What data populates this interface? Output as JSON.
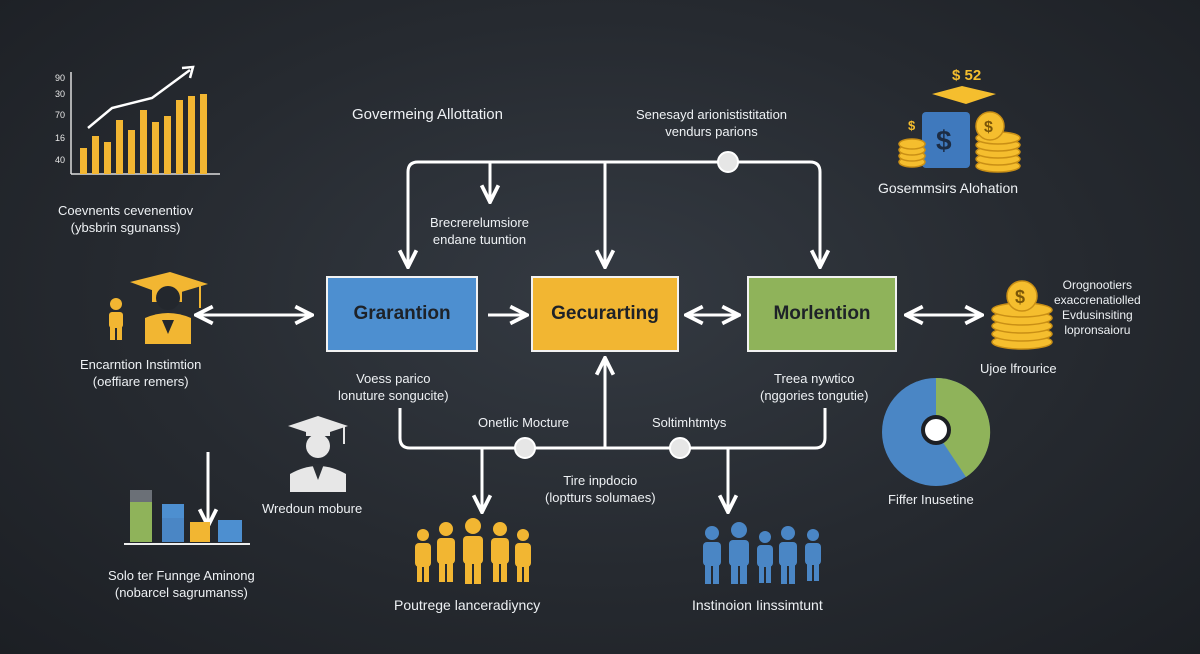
{
  "nodes": {
    "left": "Grarantion",
    "center": "Gecurarting",
    "right": "Morlention"
  },
  "top_labels": {
    "governing": "Govermeing Allottation",
    "gov_line1": "Senesayd arionististitation",
    "gov_line2": "vendurs parions",
    "inner_line1": "Brecrerelumsiore",
    "inner_line2": "endane tuuntion"
  },
  "left_side": {
    "chart_ticks": [
      "90",
      "30",
      "70",
      "16",
      "40"
    ],
    "chart_caption_1": "Coevnents cevenentiov",
    "chart_caption_2": "(ybsbrin sgunanss)",
    "edu_1": "Encarntion Instimtion",
    "edu_2": "(oeffiare remers)",
    "lower_chart_1": "Solo ter Funnge Aminong",
    "lower_chart_2": "(nobarcel sagrumanss)"
  },
  "right_side": {
    "money_amount": "$ 52",
    "money_caption": "Gosemmsirs Alohation",
    "list_1": "Orognootiers",
    "list_2": "exaccrenatiolled",
    "list_3": "Evdusinsiting",
    "list_4": "lopronsaioru",
    "coins_caption": "Ujoe lfrourice",
    "pie_caption": "Fiffer Inusetine"
  },
  "middle": {
    "left_below_1": "Voess parico",
    "left_below_2": "lonuture songucite)",
    "right_below_1": "Treea nywtico",
    "right_below_2": "(nggories tongutie)",
    "merge_left": "Onetlic Mocture",
    "merge_right": "Soltimhtmtys",
    "center_1": "Tire inpdocio",
    "center_2": "(loptturs solumaes)",
    "wredoun": "Wredoun mobure",
    "group_left": "Poutrege lanceradiyncy",
    "group_right": "Instinoion Iinssimtunt"
  },
  "colors": {
    "left_node": "#4d8fd0",
    "center_node": "#f2b632",
    "right_node": "#8fb35a",
    "accent_yellow": "#f5be2e",
    "accent_blue": "#4a86c5"
  }
}
